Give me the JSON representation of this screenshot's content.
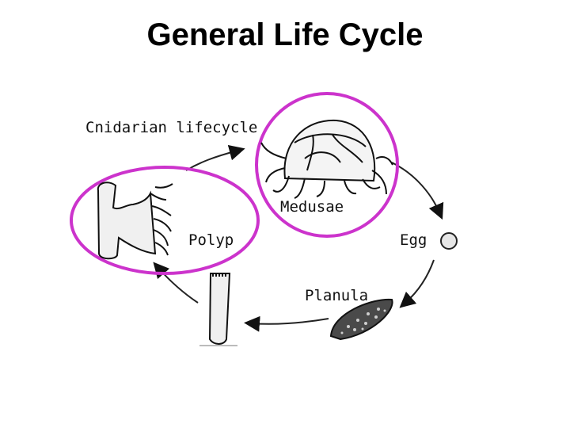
{
  "title": "General Life Cycle",
  "diagram": {
    "heading": "Cnidarian lifecycle",
    "stages": {
      "medusae": "Medusae",
      "egg": "Egg",
      "planula": "Planula",
      "polyp": "Polyp"
    }
  },
  "colors": {
    "highlight_ring": "#cc33cc",
    "ink": "#111111",
    "planula_fill": "#4a4a4a"
  }
}
